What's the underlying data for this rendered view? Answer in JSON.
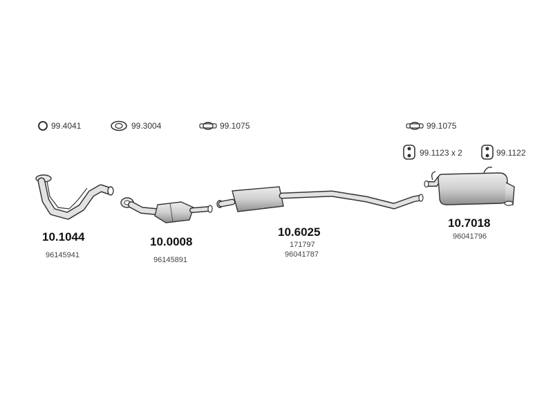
{
  "accessories": [
    {
      "code": "99.4041",
      "icon": "o-ring-icon"
    },
    {
      "code": "99.3004",
      "icon": "flange-gasket-icon"
    },
    {
      "code": "99.1075",
      "icon": "clamp-icon"
    },
    {
      "code": "99.1075",
      "icon": "clamp-icon"
    },
    {
      "code": "99.1123 x 2",
      "icon": "rubber-hanger-icon"
    },
    {
      "code": "99.1122",
      "icon": "rubber-hanger-icon"
    }
  ],
  "parts": [
    {
      "code": "10.1044",
      "oem": [
        "96145941"
      ],
      "icon": "front-pipe-icon"
    },
    {
      "code": "10.0008",
      "oem": [
        "96145891"
      ],
      "icon": "catalytic-converter-icon"
    },
    {
      "code": "10.6025",
      "oem": [
        "171797",
        "96041787"
      ],
      "icon": "middle-silencer-icon"
    },
    {
      "code": "10.7018",
      "oem": [
        "96041796"
      ],
      "icon": "rear-silencer-icon"
    }
  ],
  "colors": {
    "line": "#333333",
    "body_fill": "#d6d6d6",
    "body_dark": "#9a9a9a"
  }
}
